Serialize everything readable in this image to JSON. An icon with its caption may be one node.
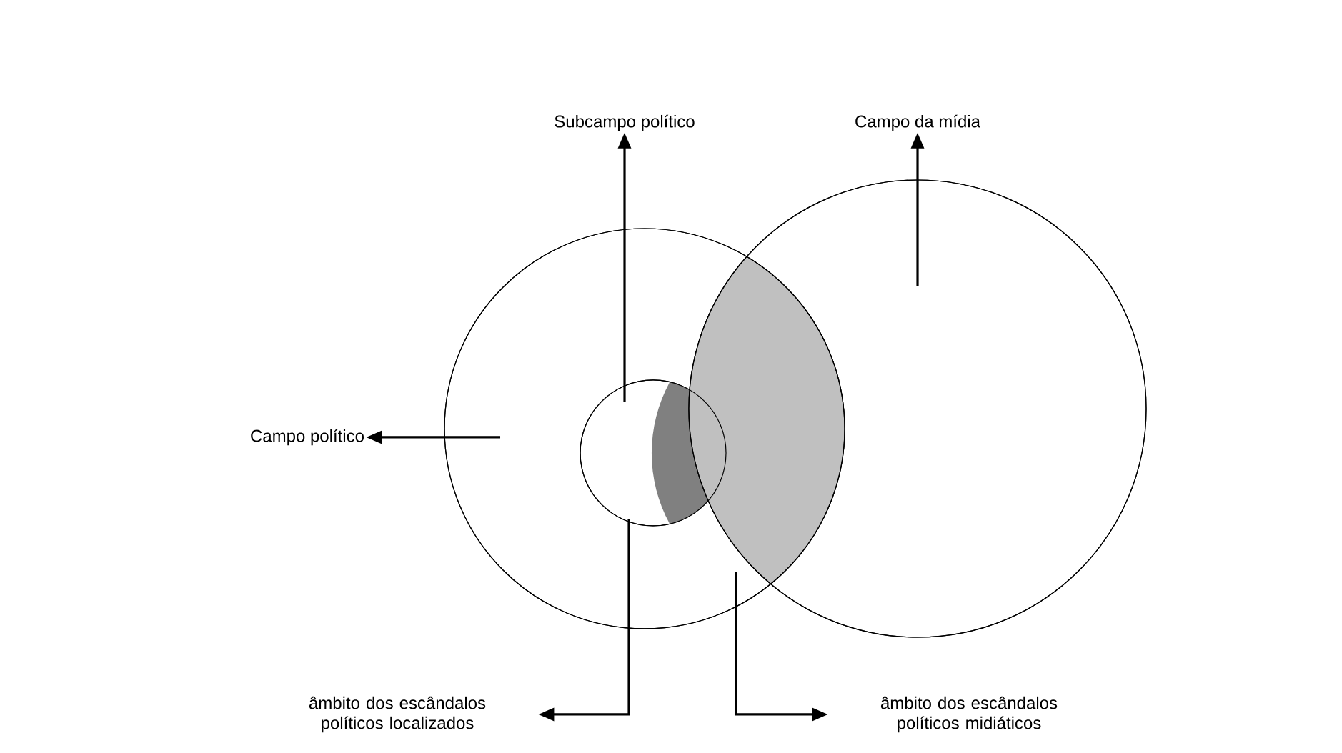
{
  "diagram": {
    "nodes": [
      {
        "text": [
          "Subcampo político"
        ]
      },
      {
        "text": [
          "Campo da mídia"
        ]
      },
      {
        "text": [],
        "shape": "circle"
      },
      {
        "text": [],
        "shape": "circle"
      },
      {
        "text": [
          "Campo político"
        ]
      },
      {
        "text": [],
        "shape": "circle",
        "in": 2
      },
      {
        "text": [],
        "shape": "crescent",
        "in": 5
      },
      {
        "text": [],
        "shape": "lens"
      },
      {
        "text": [
          "âmbito dos escândalos políticos localizados"
        ]
      },
      {
        "text": [
          "âmbito dos escândalos políticos midiáticos"
        ]
      }
    ],
    "edges": [
      {
        "from": 5,
        "to": 0,
        "arrow": "to"
      },
      {
        "from": 3,
        "to": 1,
        "arrow": "to"
      },
      {
        "from": 2,
        "to": 4,
        "arrow": "to"
      },
      {
        "from": 5,
        "to": 8,
        "arrow": "to"
      },
      {
        "from": 7,
        "to": 9,
        "arrow": "to"
      }
    ]
  }
}
